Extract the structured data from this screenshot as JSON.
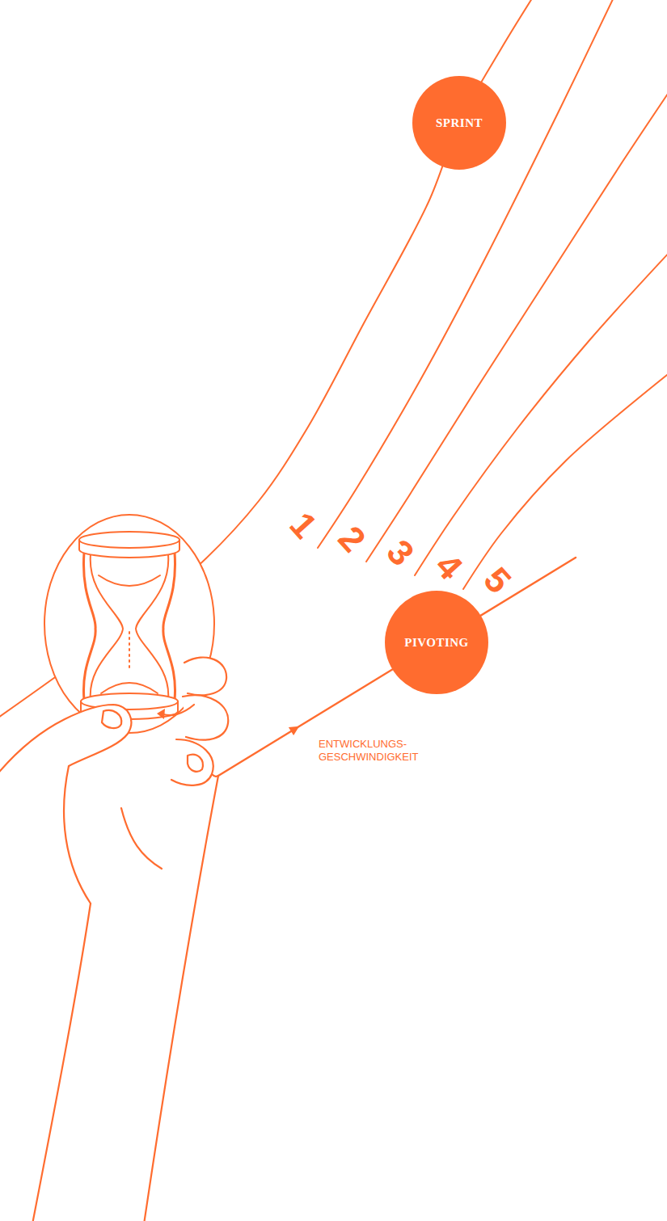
{
  "diagram": {
    "nodes": [
      {
        "text": [
          "SPRINT"
        ]
      },
      {
        "text": [
          "PIVOTING"
        ]
      }
    ],
    "labels": [
      "1",
      "2",
      "3",
      "4",
      "5",
      "ENTWICKLUNGS- GESCHWINDIGKEIT"
    ]
  }
}
